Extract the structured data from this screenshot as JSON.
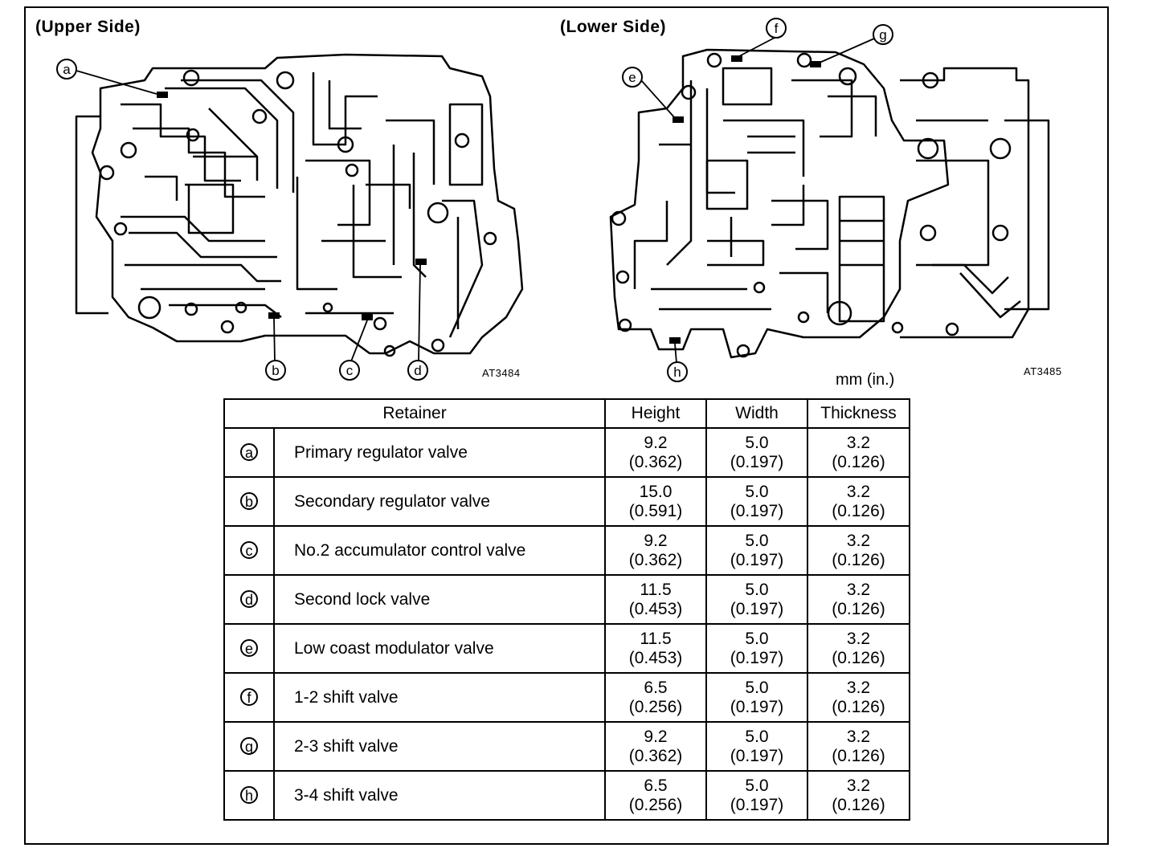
{
  "panels": {
    "upper": {
      "title": "(Upper Side)",
      "code": "AT3484",
      "callouts": [
        "a",
        "b",
        "c",
        "d"
      ]
    },
    "lower": {
      "title": "(Lower Side)",
      "code": "AT3485",
      "callouts": [
        "e",
        "f",
        "g",
        "h"
      ]
    }
  },
  "units": "mm (in.)",
  "table": {
    "headers": {
      "retainer": "Retainer",
      "height": "Height",
      "width": "Width",
      "thickness": "Thickness"
    },
    "rows": [
      {
        "mark": "a",
        "name": "Primary regulator valve",
        "height_mm": "9.2",
        "height_in": "(0.362)",
        "width_mm": "5.0",
        "width_in": "(0.197)",
        "thick_mm": "3.2",
        "thick_in": "(0.126)"
      },
      {
        "mark": "b",
        "name": "Secondary regulator valve",
        "height_mm": "15.0",
        "height_in": "(0.591)",
        "width_mm": "5.0",
        "width_in": "(0.197)",
        "thick_mm": "3.2",
        "thick_in": "(0.126)"
      },
      {
        "mark": "c",
        "name": "No.2 accumulator control valve",
        "height_mm": "9.2",
        "height_in": "(0.362)",
        "width_mm": "5.0",
        "width_in": "(0.197)",
        "thick_mm": "3.2",
        "thick_in": "(0.126)"
      },
      {
        "mark": "d",
        "name": "Second lock valve",
        "height_mm": "11.5",
        "height_in": "(0.453)",
        "width_mm": "5.0",
        "width_in": "(0.197)",
        "thick_mm": "3.2",
        "thick_in": "(0.126)"
      },
      {
        "mark": "e",
        "name": "Low coast modulator valve",
        "height_mm": "11.5",
        "height_in": "(0.453)",
        "width_mm": "5.0",
        "width_in": "(0.197)",
        "thick_mm": "3.2",
        "thick_in": "(0.126)"
      },
      {
        "mark": "f",
        "name": "1-2 shift valve",
        "height_mm": "6.5",
        "height_in": "(0.256)",
        "width_mm": "5.0",
        "width_in": "(0.197)",
        "thick_mm": "3.2",
        "thick_in": "(0.126)"
      },
      {
        "mark": "g",
        "name": "2-3 shift valve",
        "height_mm": "9.2",
        "height_in": "(0.362)",
        "width_mm": "5.0",
        "width_in": "(0.197)",
        "thick_mm": "3.2",
        "thick_in": "(0.126)"
      },
      {
        "mark": "h",
        "name": "3-4 shift valve",
        "height_mm": "6.5",
        "height_in": "(0.256)",
        "width_mm": "5.0",
        "width_in": "(0.197)",
        "thick_mm": "3.2",
        "thick_in": "(0.126)"
      }
    ]
  }
}
